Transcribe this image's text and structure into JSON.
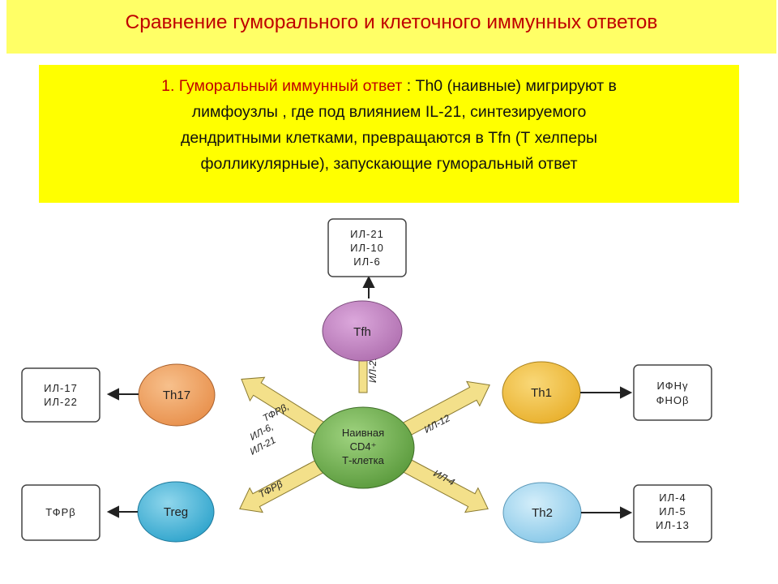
{
  "slide": {
    "title": "Сравнение гуморального и клеточного иммунных ответов",
    "note": {
      "lead": "1. Гуморальный иммунный ответ",
      "line1_rest": " : Th0 (наивные) мигрируют в",
      "line2": "лимфоузлы , где под влиянием IL-21, синтезируемого",
      "line3": "дендритными клетками, превращаются в Tfn (Т хелперы",
      "line4": "фолликулярные), запускающие гуморальный ответ"
    }
  },
  "diagram": {
    "center": {
      "line1": "Наивная",
      "line2": "CD4⁺",
      "line3": "Т-клетка",
      "color": "#6aa84f"
    },
    "nodes": {
      "tfh": {
        "label": "Tfh",
        "color": "#c47fc4"
      },
      "th17": {
        "label": "Th17",
        "color": "#f0a060"
      },
      "th1": {
        "label": "Th1",
        "color": "#f5c040"
      },
      "treg": {
        "label": "Treg",
        "color": "#4fb8d8"
      },
      "th2": {
        "label": "Th2",
        "color": "#a8d8f0"
      }
    },
    "arrows": {
      "tfh": "ИЛ-21",
      "th17_1": "ТФРβ,",
      "th17_2": "ИЛ-6,",
      "th17_3": "ИЛ-21",
      "th1": "ИЛ-12",
      "treg": "ТФРβ",
      "th2": "ИЛ-4"
    },
    "outputs": {
      "tfh": [
        "ИЛ-21",
        "ИЛ-10",
        "ИЛ-6"
      ],
      "th17": [
        "ИЛ-17",
        "ИЛ-22"
      ],
      "th1": [
        "ИФНγ",
        "ФНОβ"
      ],
      "treg": [
        "ТФРβ"
      ],
      "th2": [
        "ИЛ-4",
        "ИЛ-5",
        "ИЛ-13"
      ]
    },
    "arrow_fill": "#f3e08a"
  }
}
